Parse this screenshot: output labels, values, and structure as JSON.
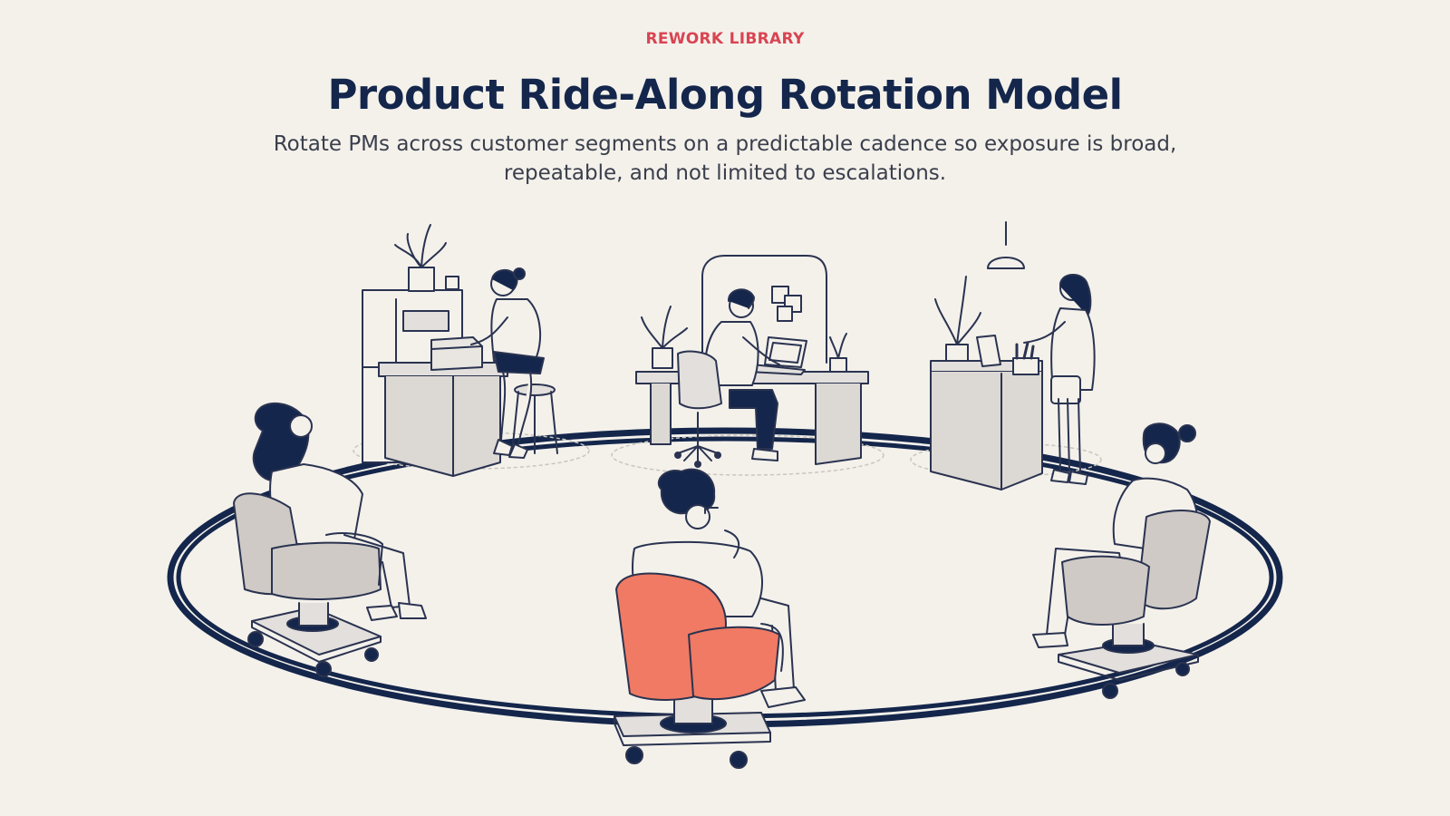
{
  "header": {
    "eyebrow": "REWORK LIBRARY",
    "title": "Product Ride-Along Rotation Model",
    "subtitle": "Rotate PMs across customer segments on a predictable cadence so exposure is broad, repeatable, and not limited to escalations."
  },
  "illustration": {
    "track_color": "#14264b",
    "line_color": "#2a3350",
    "chair_color": "#cfcac6",
    "highlight_chair_color": "#f07a64",
    "furniture_color": "#e2dfdc",
    "stations": [
      "warehouse-packing-station",
      "office-laptop-desk",
      "retail-checkout-counter"
    ],
    "observers": [
      "observer-left",
      "observer-center-highlighted",
      "observer-right"
    ]
  }
}
